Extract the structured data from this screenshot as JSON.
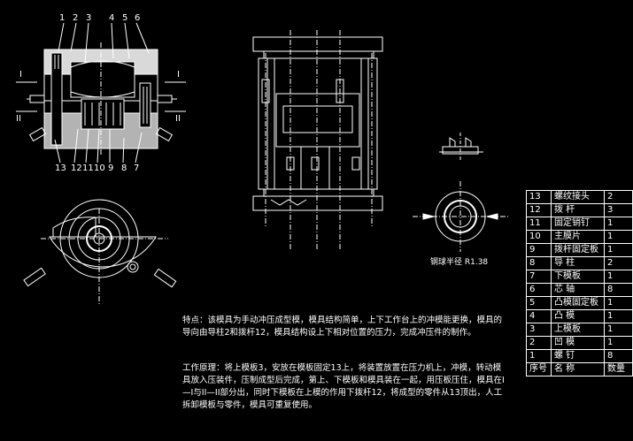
{
  "colors": {
    "background": "#000000",
    "line": "#ffffff",
    "section_fill": "#ffffff"
  },
  "sectional_view": {
    "top_callouts": [
      "1",
      "2",
      "3",
      "4",
      "5",
      "6"
    ],
    "bottom_callouts": [
      "13",
      "12",
      "11",
      "10",
      "9",
      "8",
      "7"
    ],
    "section_marks": [
      "I",
      "I",
      "II",
      "II"
    ]
  },
  "detail_label": "钢球半径 R1.38",
  "parts_table": {
    "header": [
      "序号",
      "名 称",
      "数量"
    ],
    "rows": [
      [
        "13",
        "螺纹接头",
        "2"
      ],
      [
        "12",
        "拨 杆",
        "3"
      ],
      [
        "11",
        "固定销钉",
        "1"
      ],
      [
        "10",
        "主膜片",
        "1"
      ],
      [
        "9",
        "拨杆固定板",
        "1"
      ],
      [
        "8",
        "导 柱",
        "2"
      ],
      [
        "7",
        "下模板",
        "1"
      ],
      [
        "6",
        "芯 轴",
        "8"
      ],
      [
        "5",
        "凸模固定板",
        "1"
      ],
      [
        "4",
        "凸 模",
        "1"
      ],
      [
        "3",
        "上模板",
        "1"
      ],
      [
        "2",
        "凹 模",
        "1"
      ],
      [
        "1",
        "螺 钉",
        "8"
      ]
    ]
  },
  "notes": {
    "feature": "特点：该模具为手动冲压成型模，模具结构简单，上下工作台上的冲模能更换，模具的导向由导柱2和拨杆12，模具结构设上下相对位置的压力，完成冲压件的制作。",
    "process": "工作原理：将上模板3，安放在模板固定13上，将装置放置在压力机上，冲模，转动模具放入压装件，压制成型后完成，第上、下模板和模具装在一起，用压板压住，模具在I—I与II—II部分出，同时下模板在上模的作用下拨杆12，将成型的零件从13顶出，人工拆卸模板与零件，模具可重复使用。"
  }
}
